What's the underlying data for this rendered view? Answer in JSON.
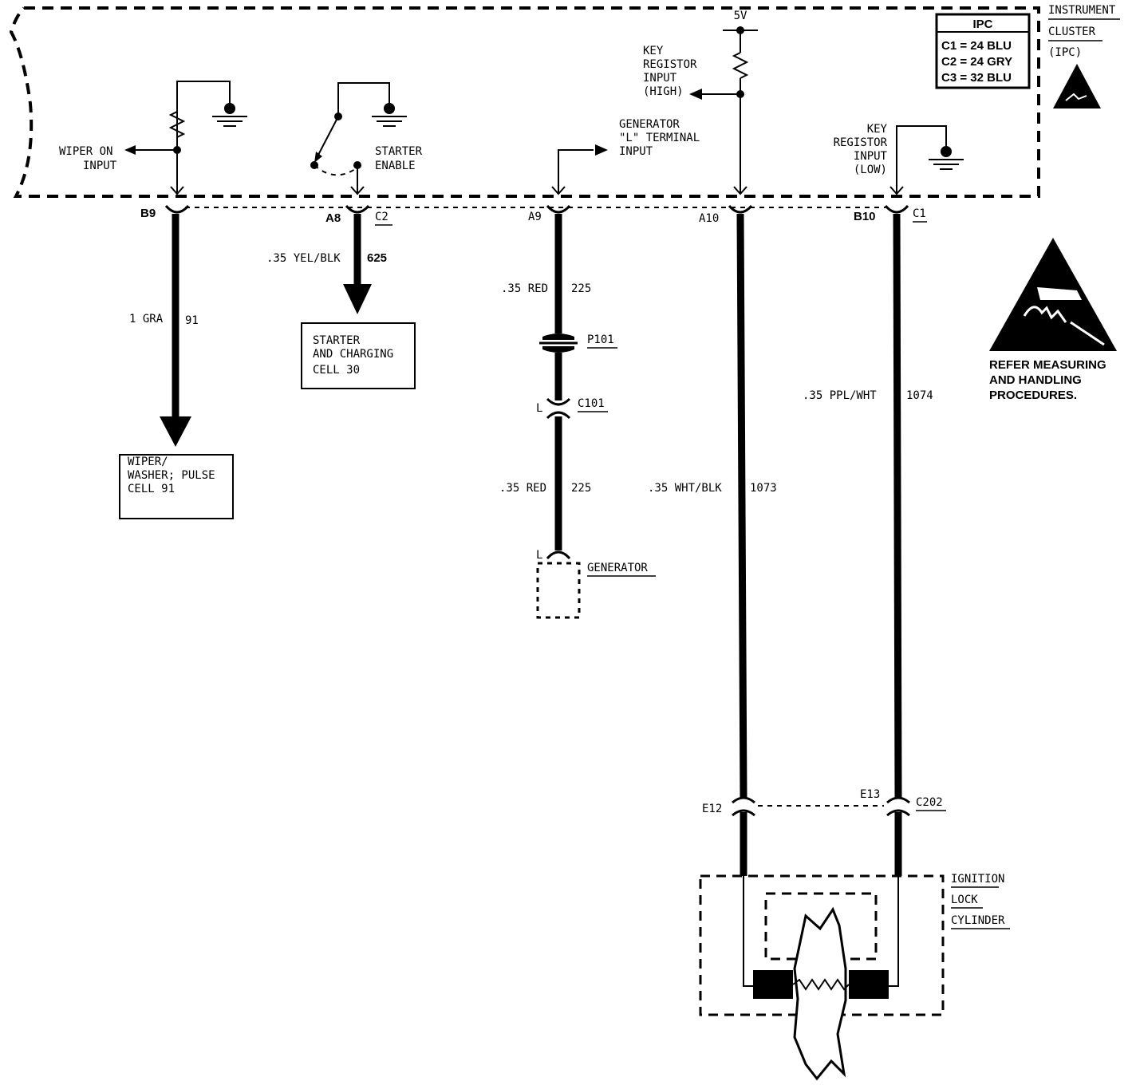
{
  "ipc_box": {
    "title": "IPC",
    "rows": [
      "C1 = 24 BLU",
      "C2 = 24 GRY",
      "C3 = 32 BLU"
    ]
  },
  "cluster_label": [
    "INSTRUMENT",
    "CLUSTER",
    "(IPC)"
  ],
  "voltage": "5V",
  "inputs": {
    "wiper_on": [
      "WIPER ON",
      "INPUT"
    ],
    "starter_enable": [
      "STARTER",
      "ENABLE"
    ],
    "generator_l": [
      "GENERATOR",
      "\"L\" TERMINAL",
      "INPUT"
    ],
    "key_high": [
      "KEY",
      "REGISTOR",
      "INPUT",
      "(HIGH)"
    ],
    "key_low": [
      "KEY",
      "REGISTOR",
      "INPUT",
      "(LOW)"
    ]
  },
  "pins": {
    "b9": "B9",
    "a8": "A8",
    "a9": "A9",
    "a10": "A10",
    "b10": "B10",
    "c2": "C2",
    "c1": "C1"
  },
  "wires": {
    "w91": {
      "gauge": "1 GRA",
      "circuit": "91"
    },
    "w625": {
      "gauge": ".35 YEL/BLK",
      "circuit": "625"
    },
    "w225a": {
      "gauge": ".35 RED",
      "circuit": "225"
    },
    "w225b": {
      "gauge": ".35 RED",
      "circuit": "225"
    },
    "w1073": {
      "gauge": ".35 WHT/BLK",
      "circuit": "1073"
    },
    "w1074": {
      "gauge": ".35 PPL/WHT",
      "circuit": "1074"
    }
  },
  "ref_boxes": {
    "starter": [
      "STARTER",
      "AND CHARGING",
      "CELL 30"
    ],
    "wiper": [
      "WIPER/",
      "WASHER; PULSE",
      "CELL 91"
    ]
  },
  "components": {
    "p101": "P101",
    "c101": "C101",
    "l_top": "L",
    "l_bottom": "L",
    "generator": "GENERATOR",
    "e12": "E12",
    "e13": "E13",
    "c202": "C202",
    "ignition": [
      "IGNITION",
      "LOCK",
      "CYLINDER"
    ]
  },
  "esd_note": [
    "REFER MEASURING",
    "AND HANDLING",
    "PROCEDURES."
  ]
}
